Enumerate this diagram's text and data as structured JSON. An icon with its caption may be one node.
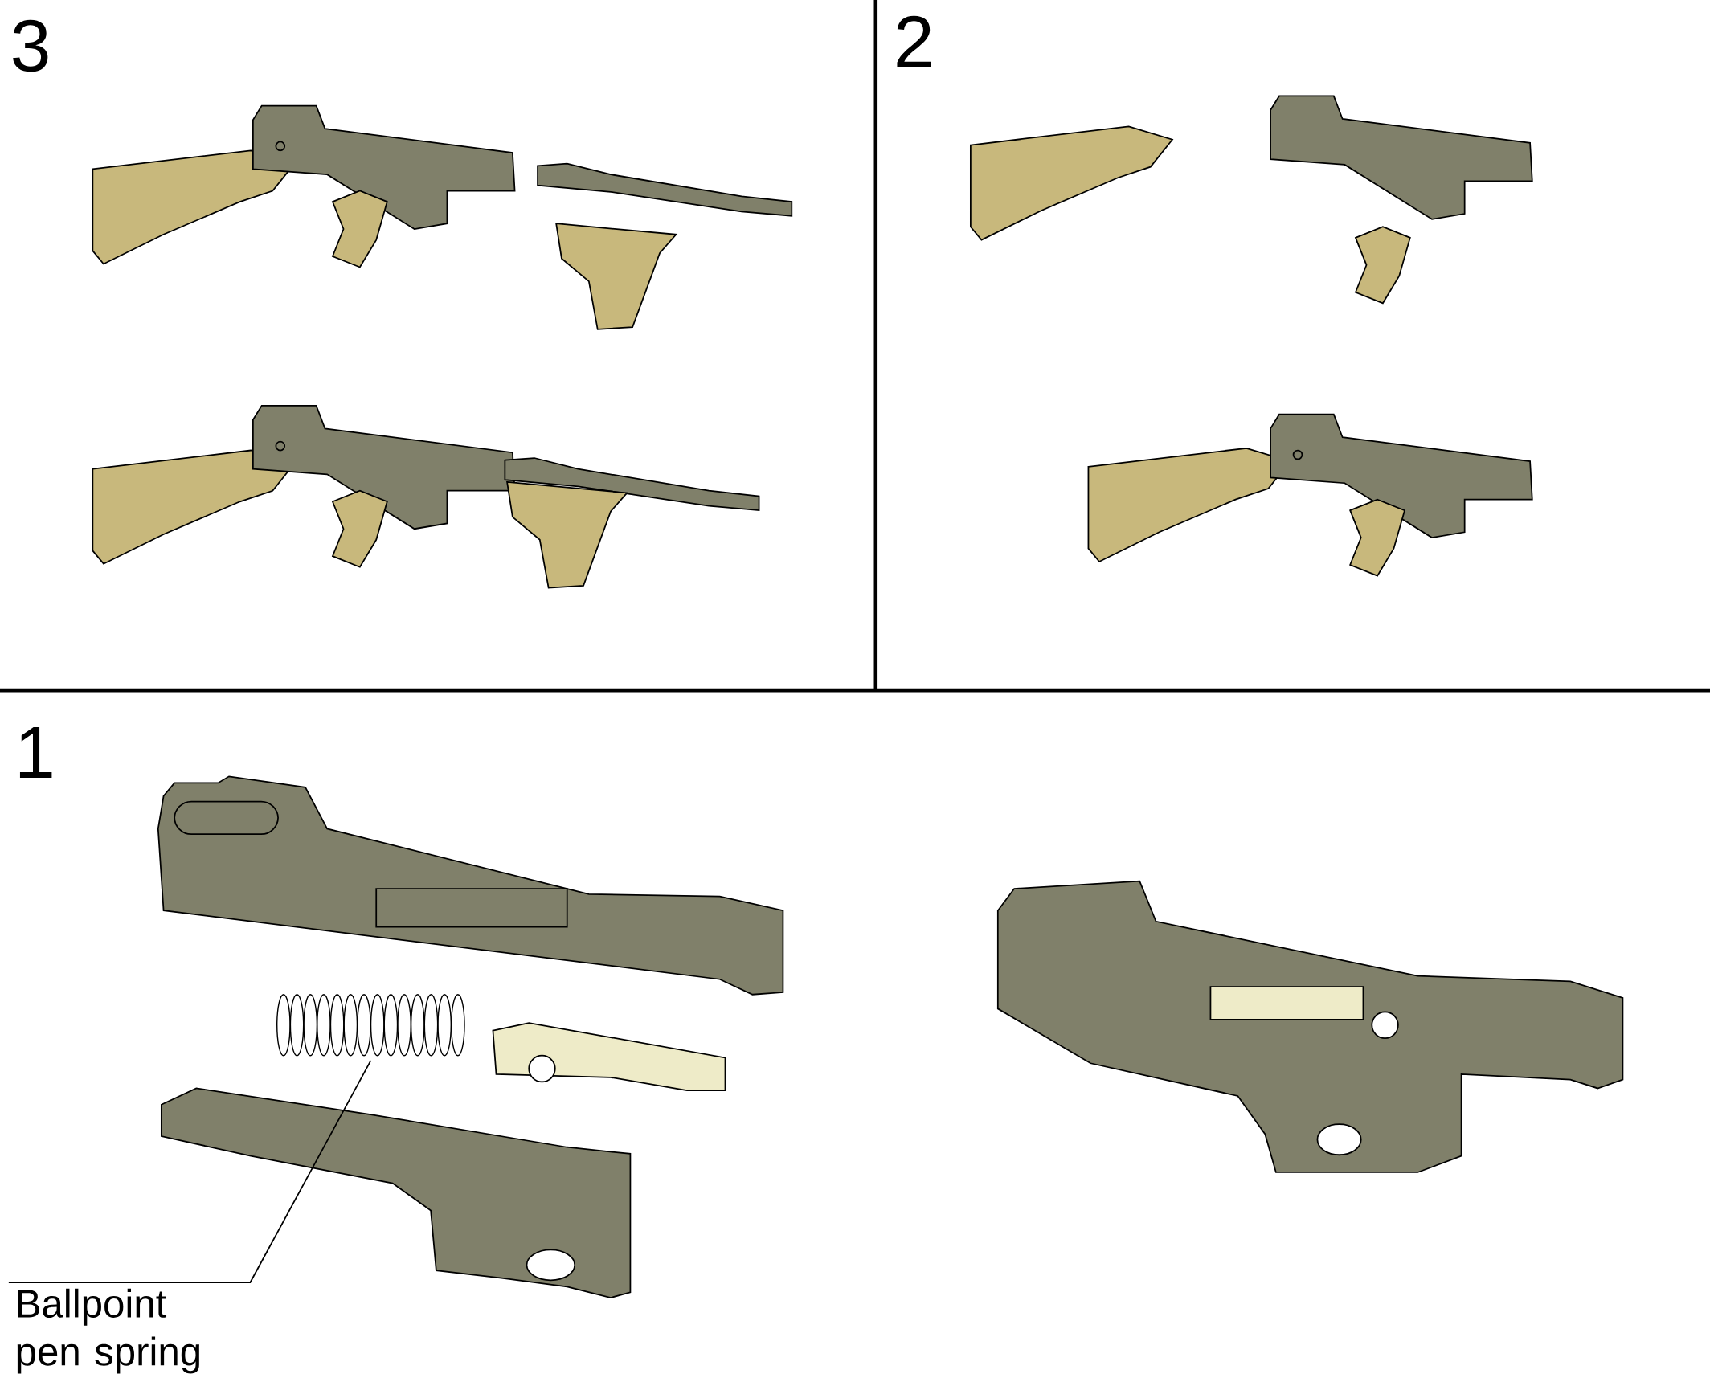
{
  "diagram": {
    "nodes": [
      {
        "text": [
          "Ballpoint pen spring"
        ]
      },
      {
        "text": [],
        "shape": "spring"
      }
    ],
    "edges": [
      {
        "from": 0,
        "to": 1,
        "arrow": "none"
      }
    ],
    "labels": [
      "3",
      "2",
      "1"
    ]
  }
}
